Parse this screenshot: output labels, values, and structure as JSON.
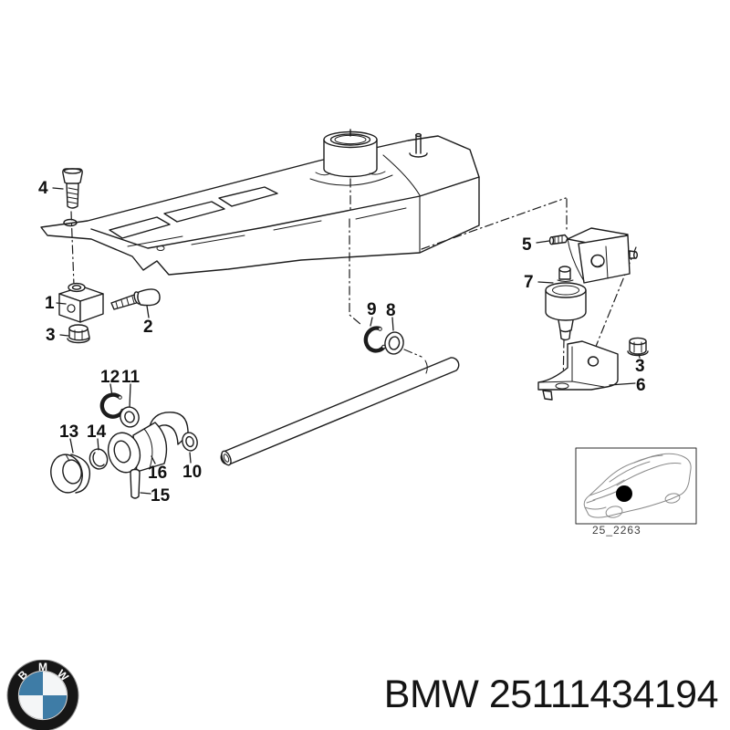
{
  "diagram": {
    "description": "Exploded parts diagram of BMW gear shift linkage",
    "labels": [
      {
        "text": "4"
      },
      {
        "text": "1"
      },
      {
        "text": "3"
      },
      {
        "text": "2"
      },
      {
        "text": "12"
      },
      {
        "text": "11"
      },
      {
        "text": "13"
      },
      {
        "text": "14"
      },
      {
        "text": "16"
      },
      {
        "text": "15"
      },
      {
        "text": "10"
      },
      {
        "text": "9"
      },
      {
        "text": "8"
      },
      {
        "text": "5"
      },
      {
        "text": "7"
      },
      {
        "text": "3"
      },
      {
        "text": "6"
      }
    ]
  },
  "inset": {
    "caption": "25_2263"
  },
  "footer": {
    "title": "BMW 25111434194",
    "logo_letters": [
      "B",
      "M",
      "W"
    ]
  },
  "colors": {
    "bmw_blue": "#3e7ca6",
    "line": "#1c1c1c"
  }
}
